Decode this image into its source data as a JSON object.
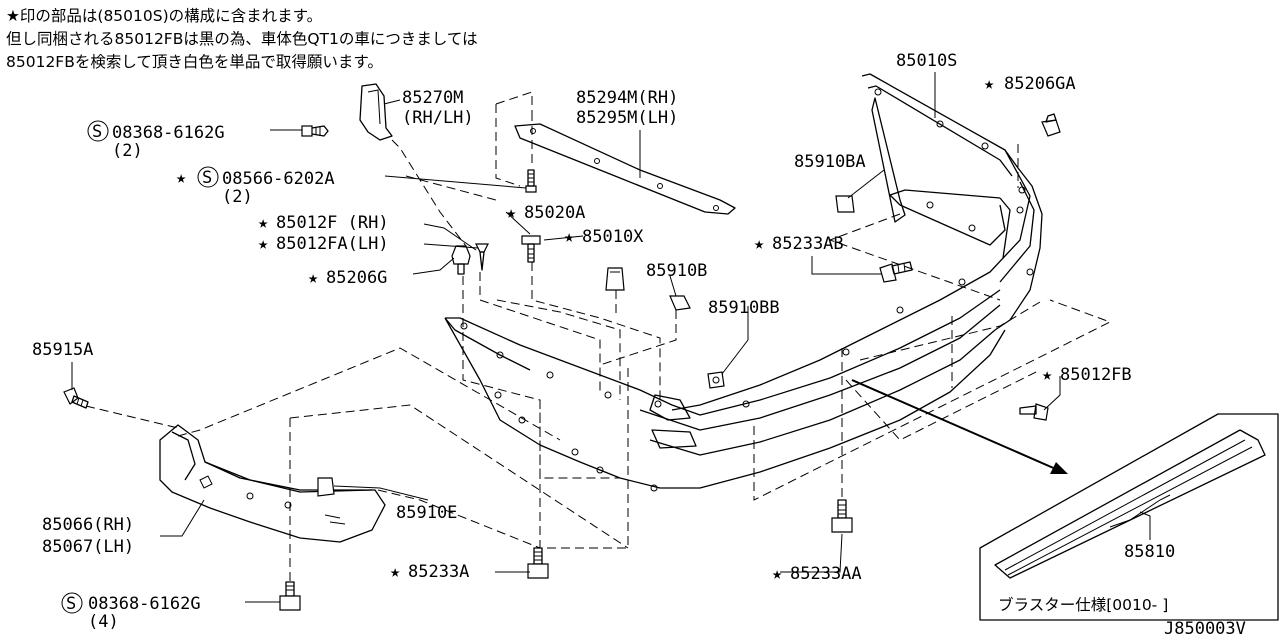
{
  "notes": [
    "★印の部品は(85010S)の構成に含まれます。",
    "但し同梱される85012FBは黒の為、車体色QT1の車につきましては",
    "85012FBを検索して頂き白色を単品で取得願います。"
  ],
  "labels": {
    "p85270m": "85270M",
    "p85270m_side": "(RH/LH)",
    "s08368a": "08368-6162G",
    "s08368a_qty": "(2)",
    "s08566": "08566-6202A",
    "s08566_qty": "(2)",
    "p85294m": "85294M(RH)",
    "p85295m": "85295M(LH)",
    "p85010s": "85010S",
    "p85206ga": "85206GA",
    "p85910ba": "85910BA",
    "p85020a": "85020A",
    "p85012f": "85012F (RH)",
    "p85012fa": "85012FA(LH)",
    "p85010x": "85010X",
    "p85233ab": "85233AB",
    "p85206g": "85206G",
    "p85910b": "85910B",
    "p85910bb": "85910BB",
    "p85915a": "85915A",
    "p85012fb": "85012FB",
    "p85066": "85066(RH)",
    "p85067": "85067(LH)",
    "p85910e": "85910E",
    "p85810": "85810",
    "p85233a": "85233A",
    "p85233aa": "85233AA",
    "s08368b": "08368-6162G",
    "s08368b_qty": "(4)",
    "inset_caption": "ブラスター仕様[0010-      ]",
    "diagram_code": "J850003V"
  },
  "symbols": {
    "star": "★",
    "screw_mark": "S"
  }
}
